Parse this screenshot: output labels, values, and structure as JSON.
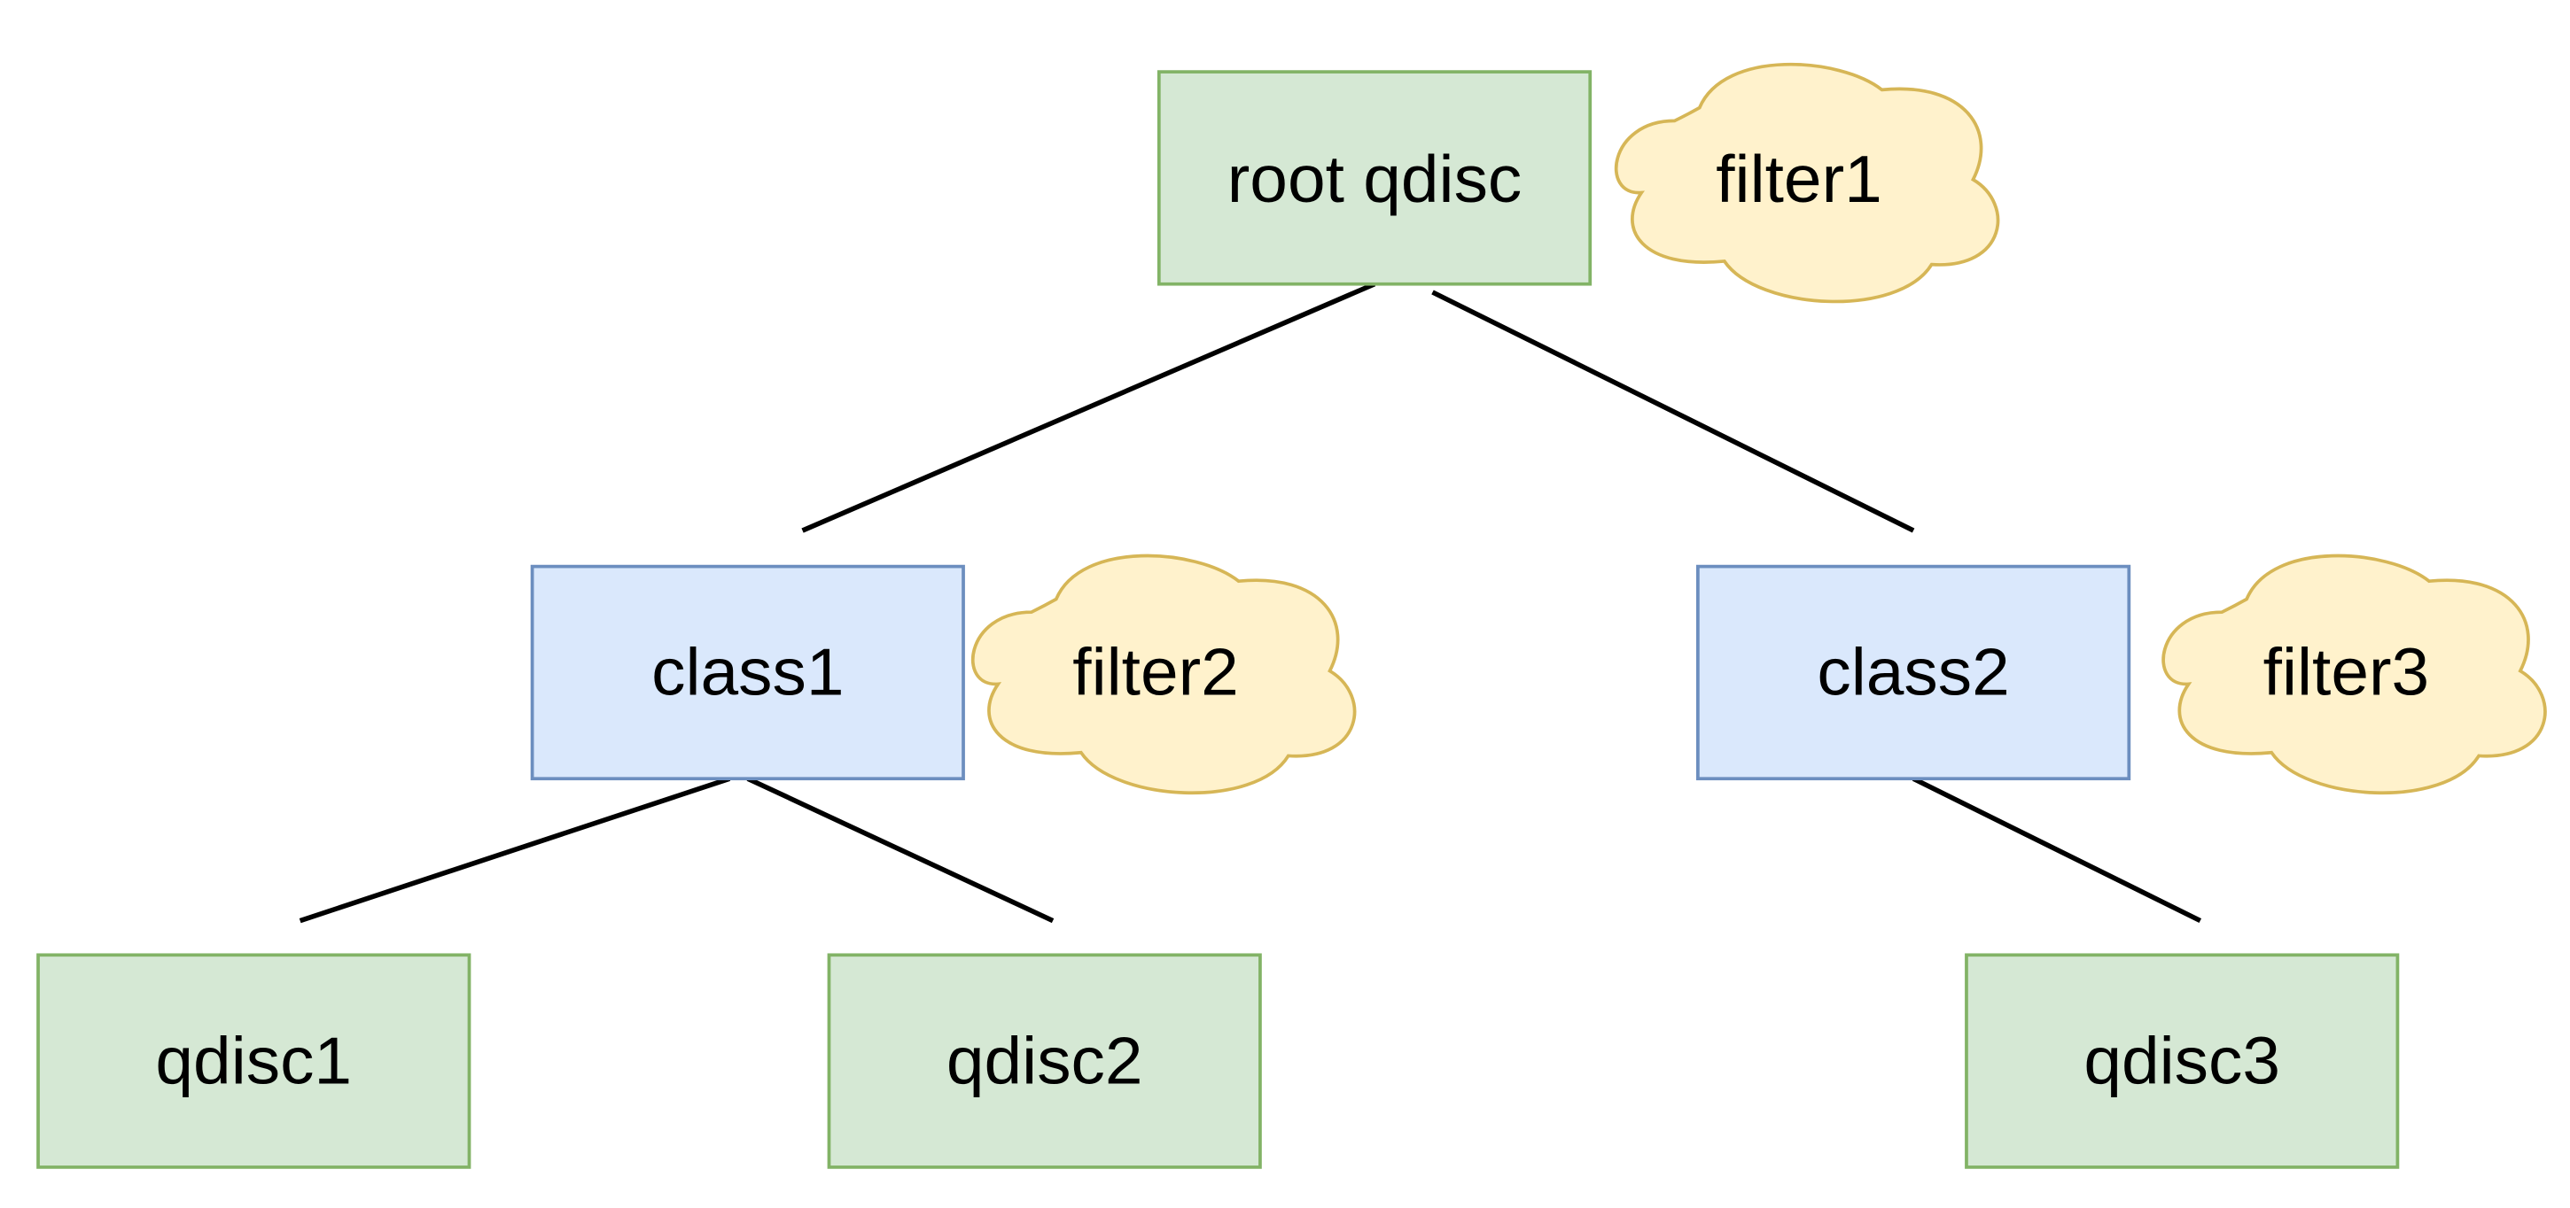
{
  "colors": {
    "qdisc_fill": "#d5e8d4",
    "qdisc_stroke": "#82b366",
    "class_fill": "#dae8fc",
    "class_stroke": "#6c8ebf",
    "filter_fill": "#fff2cc",
    "filter_stroke": "#d6b656",
    "edge": "#000000"
  },
  "nodes": {
    "root": {
      "label": "root qdisc",
      "kind": "qdisc"
    },
    "class1": {
      "label": "class1",
      "kind": "class"
    },
    "class2": {
      "label": "class2",
      "kind": "class"
    },
    "qdisc1": {
      "label": "qdisc1",
      "kind": "qdisc"
    },
    "qdisc2": {
      "label": "qdisc2",
      "kind": "qdisc"
    },
    "qdisc3": {
      "label": "qdisc3",
      "kind": "qdisc"
    }
  },
  "filters": {
    "filter1": {
      "label": "filter1",
      "attached_to": "root"
    },
    "filter2": {
      "label": "filter2",
      "attached_to": "class1"
    },
    "filter3": {
      "label": "filter3",
      "attached_to": "class2"
    }
  },
  "edges": [
    {
      "from": "root",
      "to": "class1"
    },
    {
      "from": "root",
      "to": "class2"
    },
    {
      "from": "class1",
      "to": "qdisc1"
    },
    {
      "from": "class1",
      "to": "qdisc2"
    },
    {
      "from": "class2",
      "to": "qdisc3"
    }
  ]
}
